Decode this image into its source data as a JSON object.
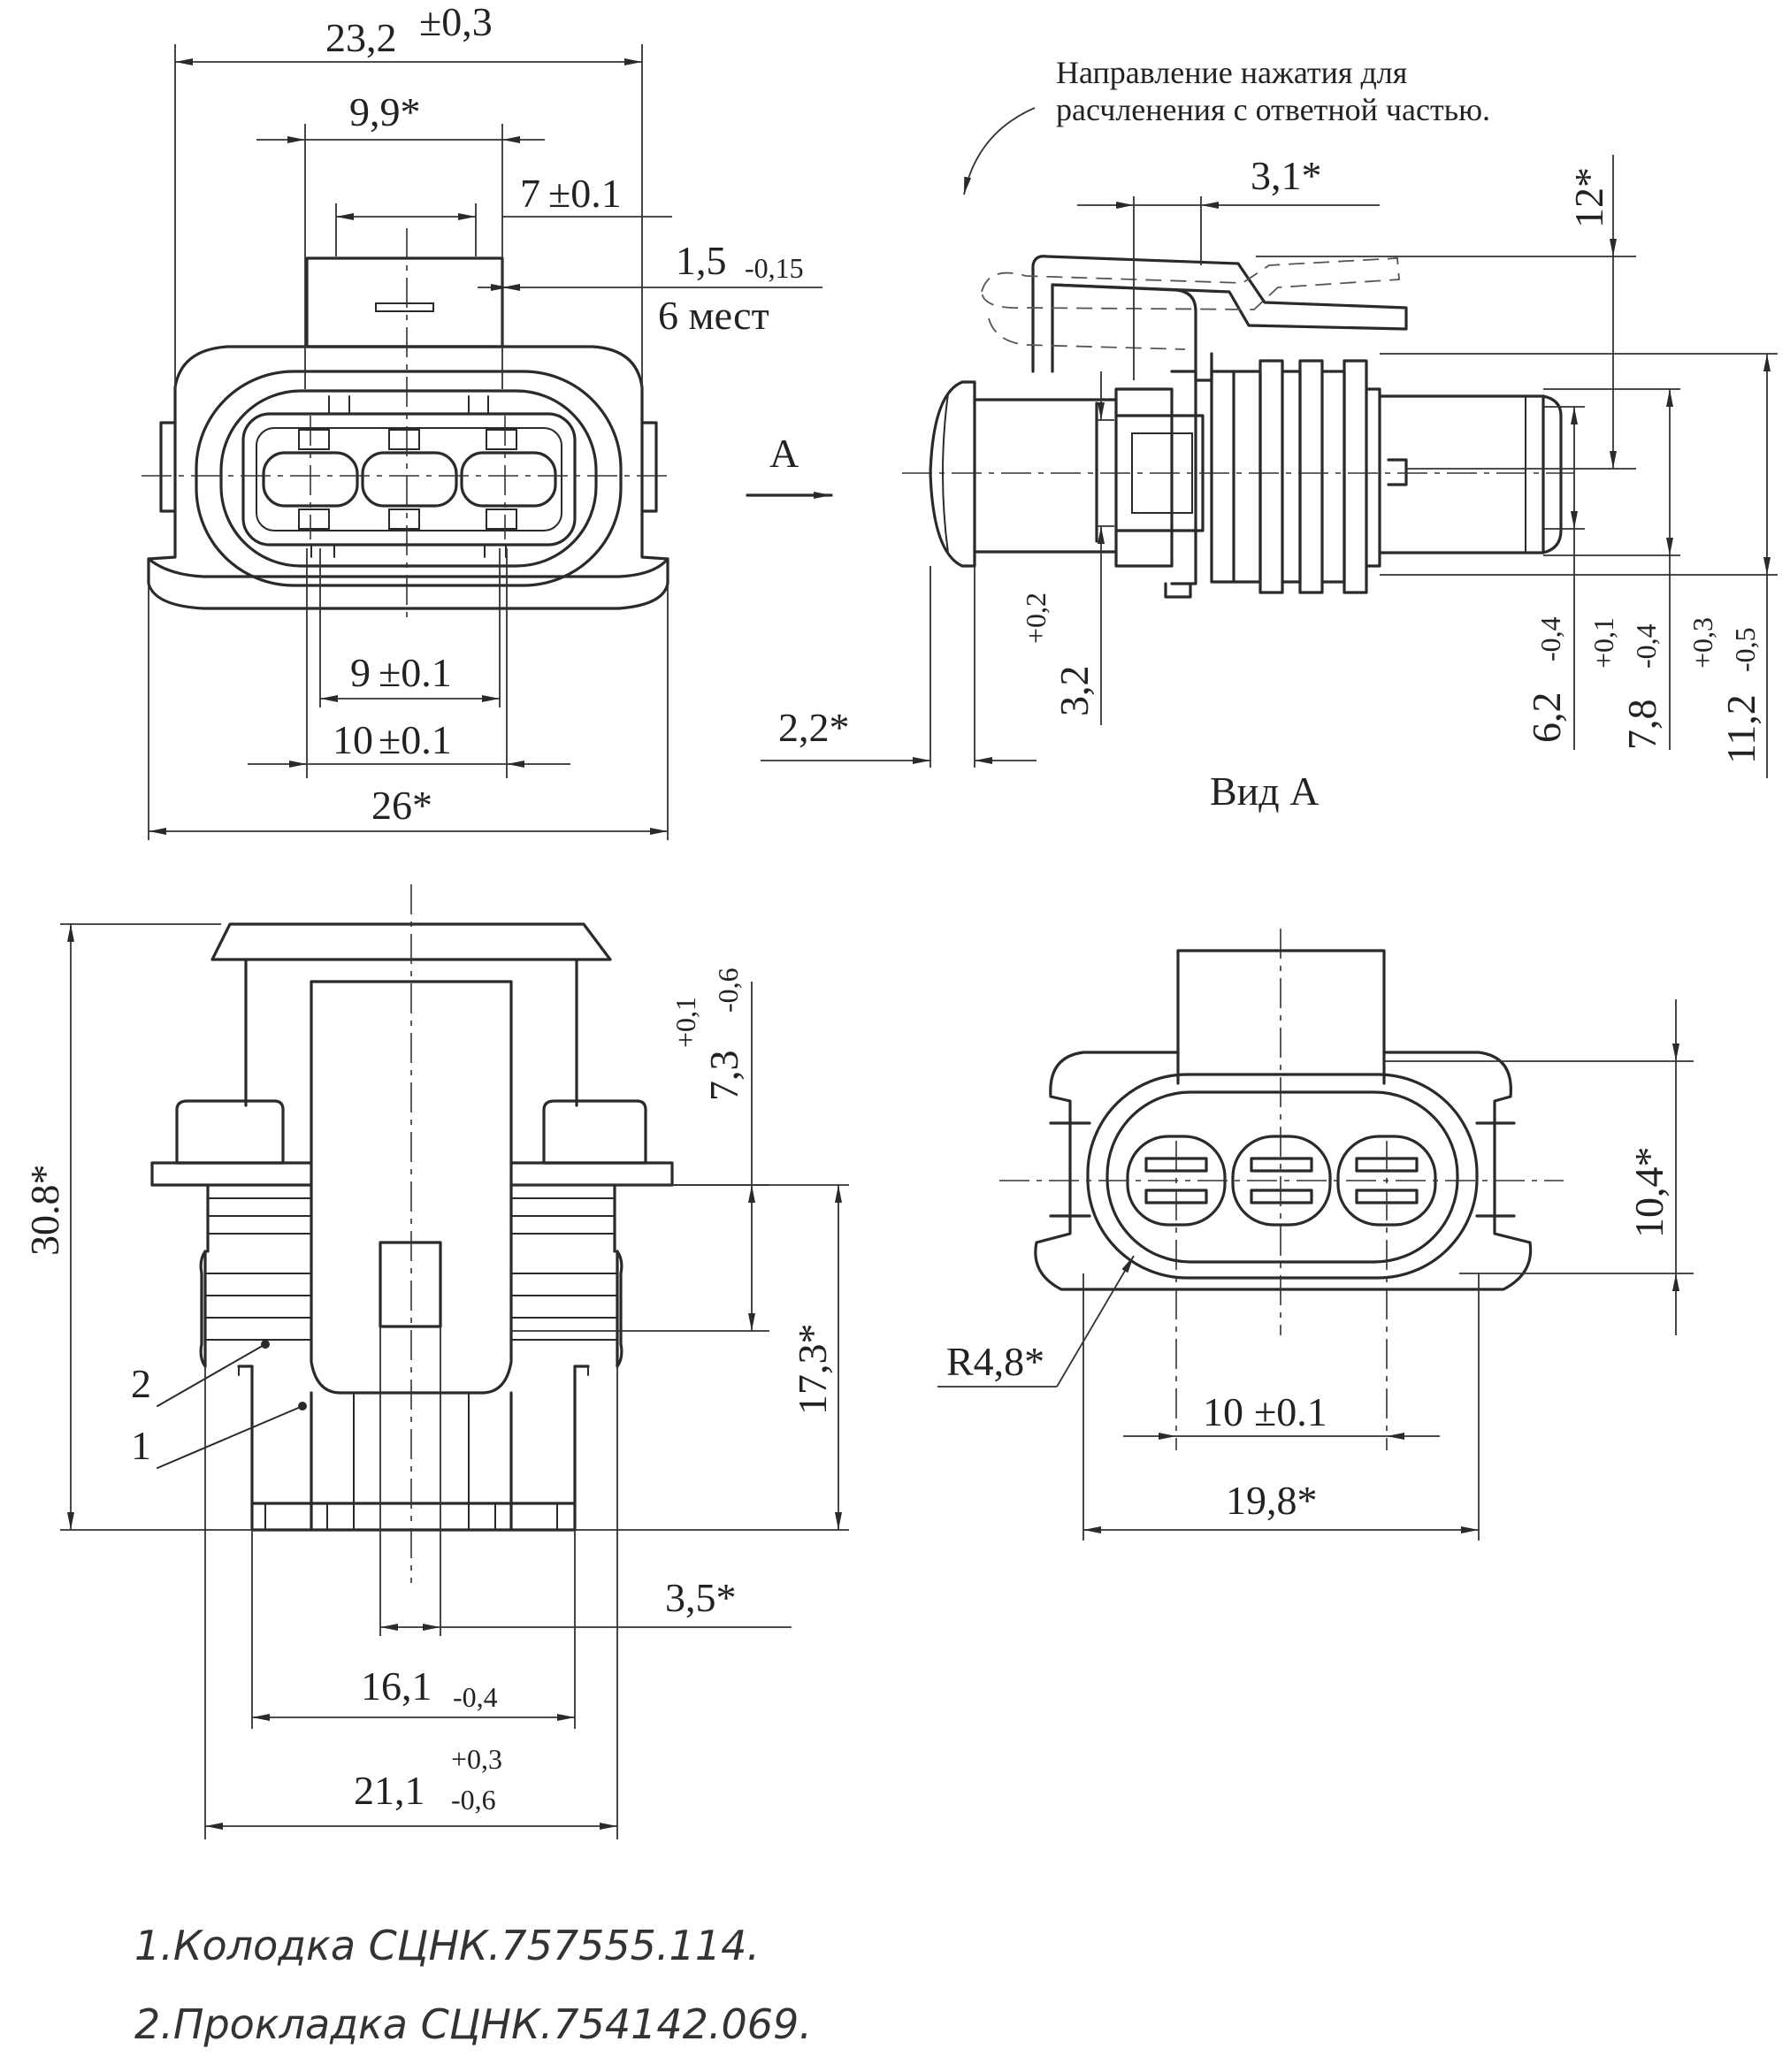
{
  "top_view": {
    "dim_width_value": "23,2",
    "dim_width_tol": "±0,3",
    "dim_latch": "9,9*",
    "dim_tab": "7",
    "dim_tab_tol": "±0.1",
    "dim_rib_value": "1,5",
    "dim_rib_tol": "-0,15",
    "dim_rib_count": "6 мест",
    "dim_pitch_inner": "9",
    "dim_pitch_inner_tol": "±0.1",
    "dim_pitch_outer": "10",
    "dim_pitch_outer_tol": "±0.1",
    "dim_base": "26*"
  },
  "side_view": {
    "note_line1": "Направление нажатия для",
    "note_line2": "расчленения с ответной частью.",
    "view_arrow_label": "A",
    "dim_latch_width": "3,1*",
    "dim_latch_height": "12*",
    "dim_flange": "2,2*",
    "dim_slot_value": "3,2",
    "dim_slot_tol": "+0,2",
    "dim_d1_value": "6,2",
    "dim_d1_tol": "-0,4",
    "dim_d2_value": "7,8",
    "dim_d2_tol_upper": "+0,1",
    "dim_d2_tol_lower": "-0,4",
    "dim_d3_value": "11,2",
    "dim_d3_tol_upper": "+0,3",
    "dim_d3_tol_lower": "-0,5",
    "view_caption": "Вид А"
  },
  "front_view": {
    "dim_height": "30.8*",
    "dim_latch_value": "7,3",
    "dim_latch_tol_upper": "+0,1",
    "dim_latch_tol_lower": "-0,6",
    "dim_body": "17,3*",
    "dim_window": "3,5*",
    "dim_width_value": "16,1",
    "dim_width_tol": "-0,4",
    "dim_flange_value": "21,1",
    "dim_flange_tol_upper": "+0,3",
    "dim_flange_tol_lower": "-0,6",
    "callout_1": "1",
    "callout_2": "2"
  },
  "view_a": {
    "dim_radius": "R4,8*",
    "dim_height": "10,4*",
    "dim_pitch_value": "10",
    "dim_pitch_tol": "±0.1",
    "dim_width": "19,8*"
  },
  "legend": {
    "item_1": "1.Колодка СЦНК.757555.114.",
    "item_2": "2.Прокладка СЦНК.754142.069."
  }
}
